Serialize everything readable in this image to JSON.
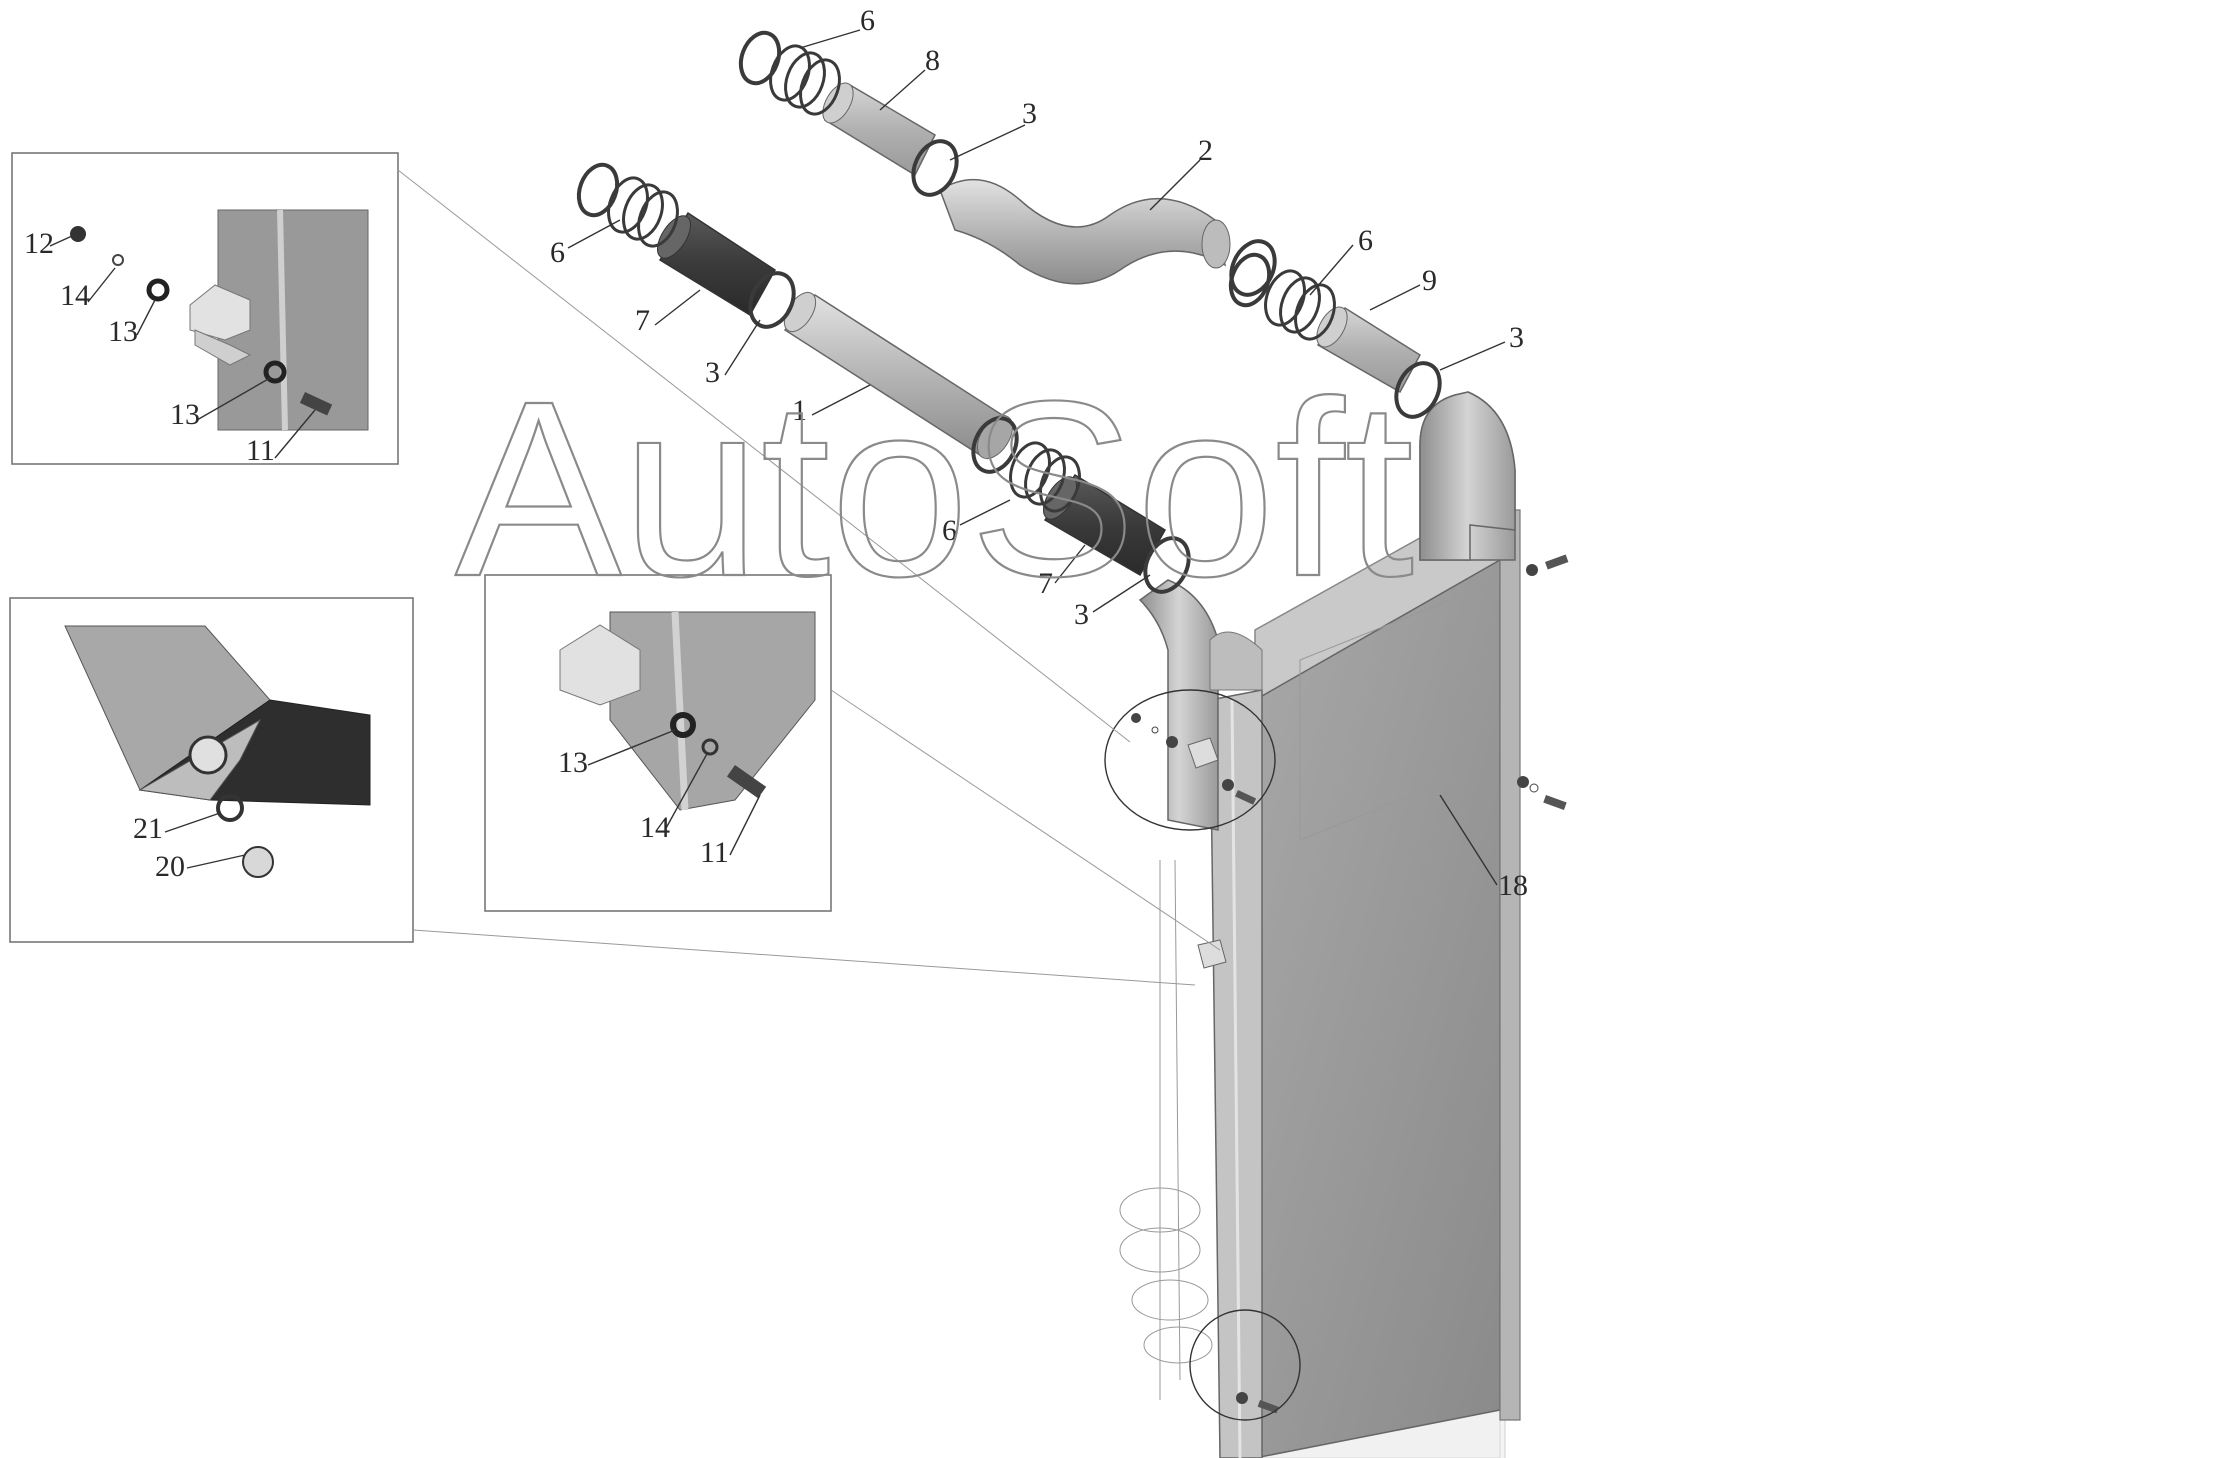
{
  "watermark": "AutoSoft",
  "callouts": [
    {
      "id": "c-6-top",
      "label": "6"
    },
    {
      "id": "c-8",
      "label": "8"
    },
    {
      "id": "c-3-top",
      "label": "3"
    },
    {
      "id": "c-2",
      "label": "2"
    },
    {
      "id": "c-6-left",
      "label": "6"
    },
    {
      "id": "c-7-left",
      "label": "7"
    },
    {
      "id": "c-3-left",
      "label": "3"
    },
    {
      "id": "c-1",
      "label": "1"
    },
    {
      "id": "c-6-right",
      "label": "6"
    },
    {
      "id": "c-9",
      "label": "9"
    },
    {
      "id": "c-3-right",
      "label": "3"
    },
    {
      "id": "c-6-mid",
      "label": "6"
    },
    {
      "id": "c-7-mid",
      "label": "7"
    },
    {
      "id": "c-3-mid",
      "label": "3"
    },
    {
      "id": "c-18",
      "label": "18"
    },
    {
      "id": "c-12",
      "label": "12"
    },
    {
      "id": "c-14-tl",
      "label": "14"
    },
    {
      "id": "c-13-tl-a",
      "label": "13"
    },
    {
      "id": "c-13-tl-b",
      "label": "13"
    },
    {
      "id": "c-11-tl",
      "label": "11"
    },
    {
      "id": "c-13-mid",
      "label": "13"
    },
    {
      "id": "c-14-mid",
      "label": "14"
    },
    {
      "id": "c-11-mid",
      "label": "11"
    },
    {
      "id": "c-21",
      "label": "21"
    },
    {
      "id": "c-20",
      "label": "20"
    }
  ]
}
